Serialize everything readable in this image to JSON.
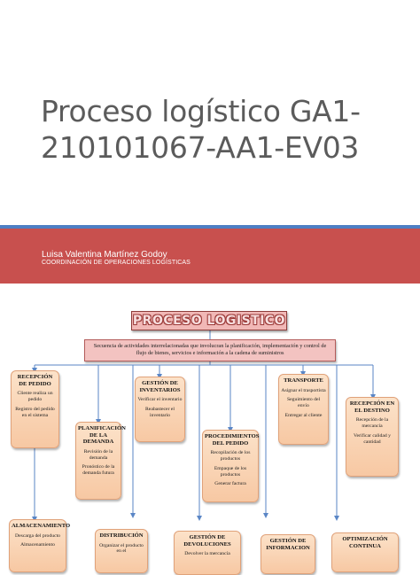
{
  "document": {
    "title_line1": "Proceso logístico GA1-",
    "title_line2": "210101067-AA1-EV03",
    "author": "Luisa Valentina Martínez Godoy",
    "department": "COORDINACIÓN DE OPERACIONES LOGÍSTICAS"
  },
  "diagram": {
    "banner": "PROCESO LOGISTICO",
    "definition_line1": "Secuencia de actividades interrelacionadas que involucran la planificación, implementación y control de",
    "definition_line2": "flujo de bienes, servicios e información a la cadena de suministros",
    "boxes": [
      {
        "heading": "RECEPCIÓN DE PEDIDO",
        "items": [
          "Cliente realiza un pedido",
          "Registro del pedido en el sistema"
        ]
      },
      {
        "heading": "PLANIFICACIÓN DE LA DEMANDA",
        "items": [
          "Revisión de la demanda",
          "Pronóstico de la demanda futura"
        ]
      },
      {
        "heading": "GESTIÓN DE INVENTARIOS",
        "items": [
          "Verificar el inventario",
          "Reabastecer el inventario"
        ]
      },
      {
        "heading": "PROCEDIMIENTOS DEL PEDIDO",
        "items": [
          "Recopilación de los productos",
          "Empaque de los productos",
          "Generar factura"
        ]
      },
      {
        "heading": "TRANSPORTE",
        "items": [
          "Asignar el trasportista",
          "Seguimiento del envío",
          "Entregar al cliente"
        ]
      },
      {
        "heading": "RECEPCIÓN EN EL DESTINO",
        "items": [
          "Recepción de la mercancía",
          "Verificar calidad y cantidad"
        ]
      },
      {
        "heading": "ALMACENAMIENTO",
        "items": [
          "Descarga del producto",
          "Almacenamiento"
        ]
      },
      {
        "heading": "DISTRIBUCIÓN",
        "items": [
          "Organizar el producto en el"
        ]
      },
      {
        "heading": "GESTIÓN DE DEVOLUCIONES",
        "items": [
          "Devolver la mercancía"
        ]
      },
      {
        "heading": "GESTIÓN DE INFORMACION",
        "items": [
          ""
        ]
      },
      {
        "heading": "OPTIMIZACIÓN CONTINUA",
        "items": [
          ""
        ]
      }
    ]
  }
}
